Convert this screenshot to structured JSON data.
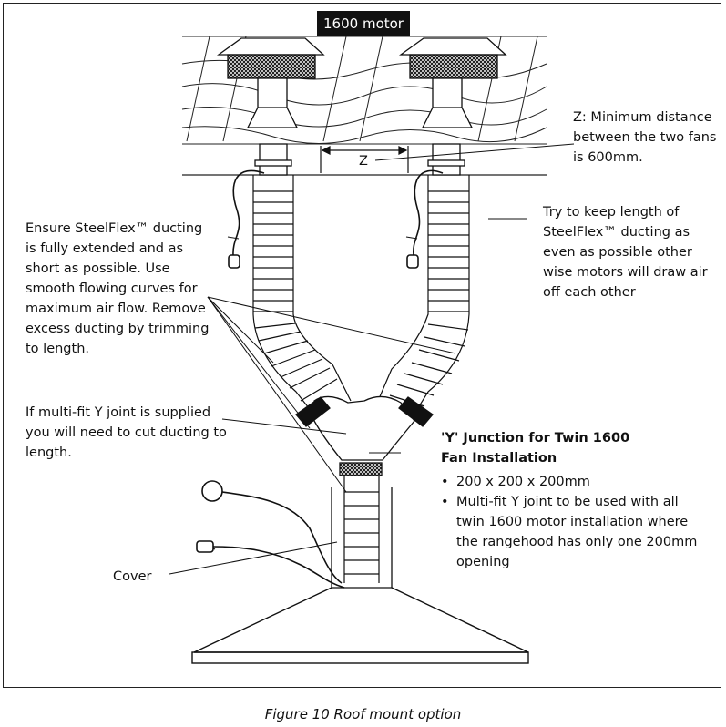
{
  "motor_label": "1600 motor",
  "z_marker": "Z",
  "z_note": "Z: Minimum distance\nbetween the two fans\nis 600mm.",
  "even_note": "Try to keep length of\nSteelFlex™ ducting as\neven as possible other\nwise motors will draw air\noff each other",
  "ensure_note": "Ensure SteelFlex™ ducting\nis fully extended and as\nshort as possible. Use\nsmooth flowing curves for\nmaximum air flow. Remove\nexcess ducting by trimming\nto length.",
  "multifit_note": "If multi-fit Y joint is supplied\nyou will need to cut ducting to\nlength.",
  "junction": {
    "title": "'Y' Junction for Twin 1600\nFan Installation",
    "bullets": [
      "200 x 200 x 200mm",
      "Multi-fit Y joint to be used with all\ntwin 1600 motor installation where\nthe rangehood has only one 200mm\nopening"
    ]
  },
  "cover_label": "Cover",
  "caption": "Figure 10 Roof mount option"
}
